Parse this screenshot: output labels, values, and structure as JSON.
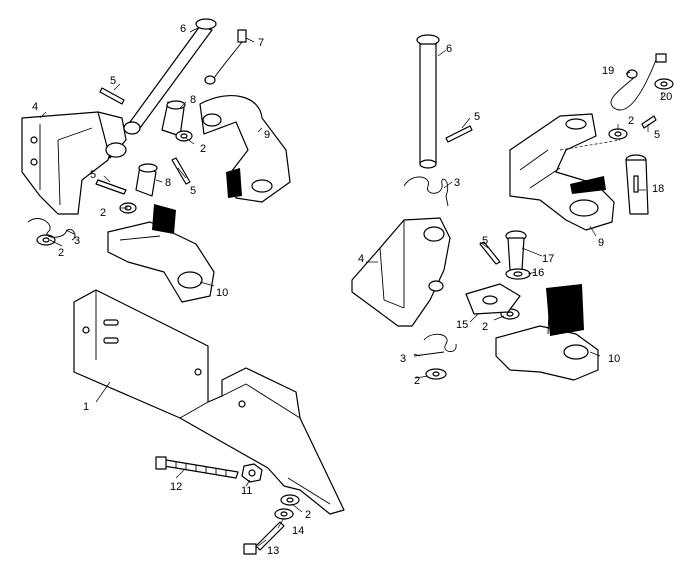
{
  "callouts": {
    "left": {
      "c1": "1",
      "c2a": "2",
      "c2b": "2",
      "c2c": "2",
      "c2d": "2",
      "c3": "3",
      "c4": "4",
      "c5a": "5",
      "c5b": "5",
      "c5c": "5",
      "c6": "6",
      "c7": "7",
      "c8a": "8",
      "c8b": "8",
      "c9": "9",
      "c10": "10",
      "c11": "11",
      "c12": "12",
      "c13": "13",
      "c14": "14"
    },
    "right": {
      "c2a": "2",
      "c2b": "2",
      "c2c": "2",
      "c3": "3",
      "c4": "4",
      "c5a": "5",
      "c5b": "5",
      "c5c": "5",
      "c6": "6",
      "c9": "9",
      "c10": "10",
      "c15": "15",
      "c16": "16",
      "c17": "17",
      "c18": "18",
      "c19": "19",
      "c20": "20"
    }
  }
}
